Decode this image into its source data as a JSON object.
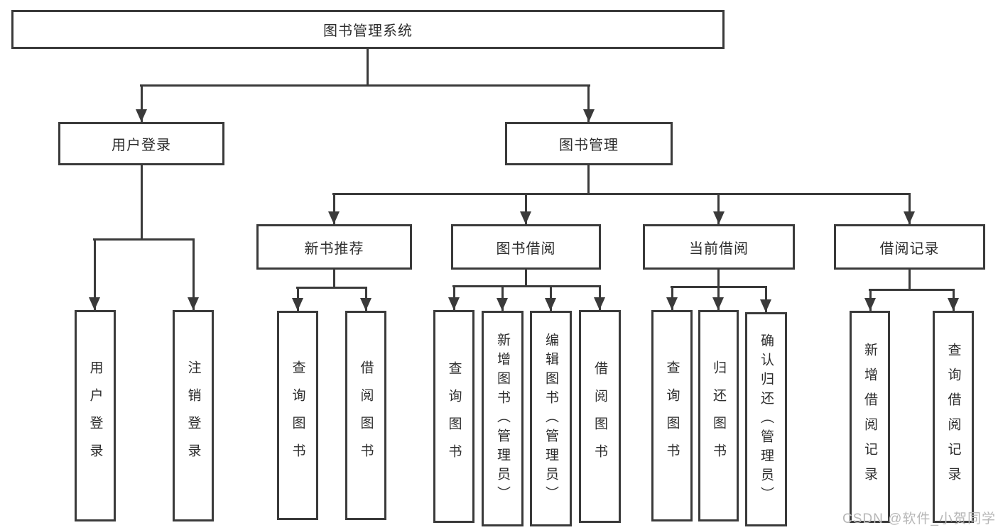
{
  "title": "图书管理系统",
  "level2": {
    "user_login": "用户登录",
    "book_mgmt": "图书管理"
  },
  "level3": {
    "new_book": "新书推荐",
    "book_borrow": "图书借阅",
    "current_borrow": "当前借阅",
    "borrow_record": "借阅记录"
  },
  "leaves": {
    "user_login": [
      "用户登录",
      "注销登录"
    ],
    "new_book": [
      "查询图书",
      "借阅图书"
    ],
    "book_borrow": [
      "查询图书",
      "新增图书（管理员）",
      "编辑图书（管理员）",
      "借阅图书"
    ],
    "current_borrow": [
      "查询图书",
      "归还图书",
      "确认归还（管理员）"
    ],
    "borrow_record": [
      "新增借阅记录",
      "查询借阅记录"
    ]
  },
  "watermark": "CSDN @软件_小贺同学",
  "colors": {
    "line": "#3a3a3a",
    "border": "#3a3a3a",
    "text": "#2d2d2d",
    "watermark": "#b7b7b7",
    "bg": "#ffffff"
  }
}
